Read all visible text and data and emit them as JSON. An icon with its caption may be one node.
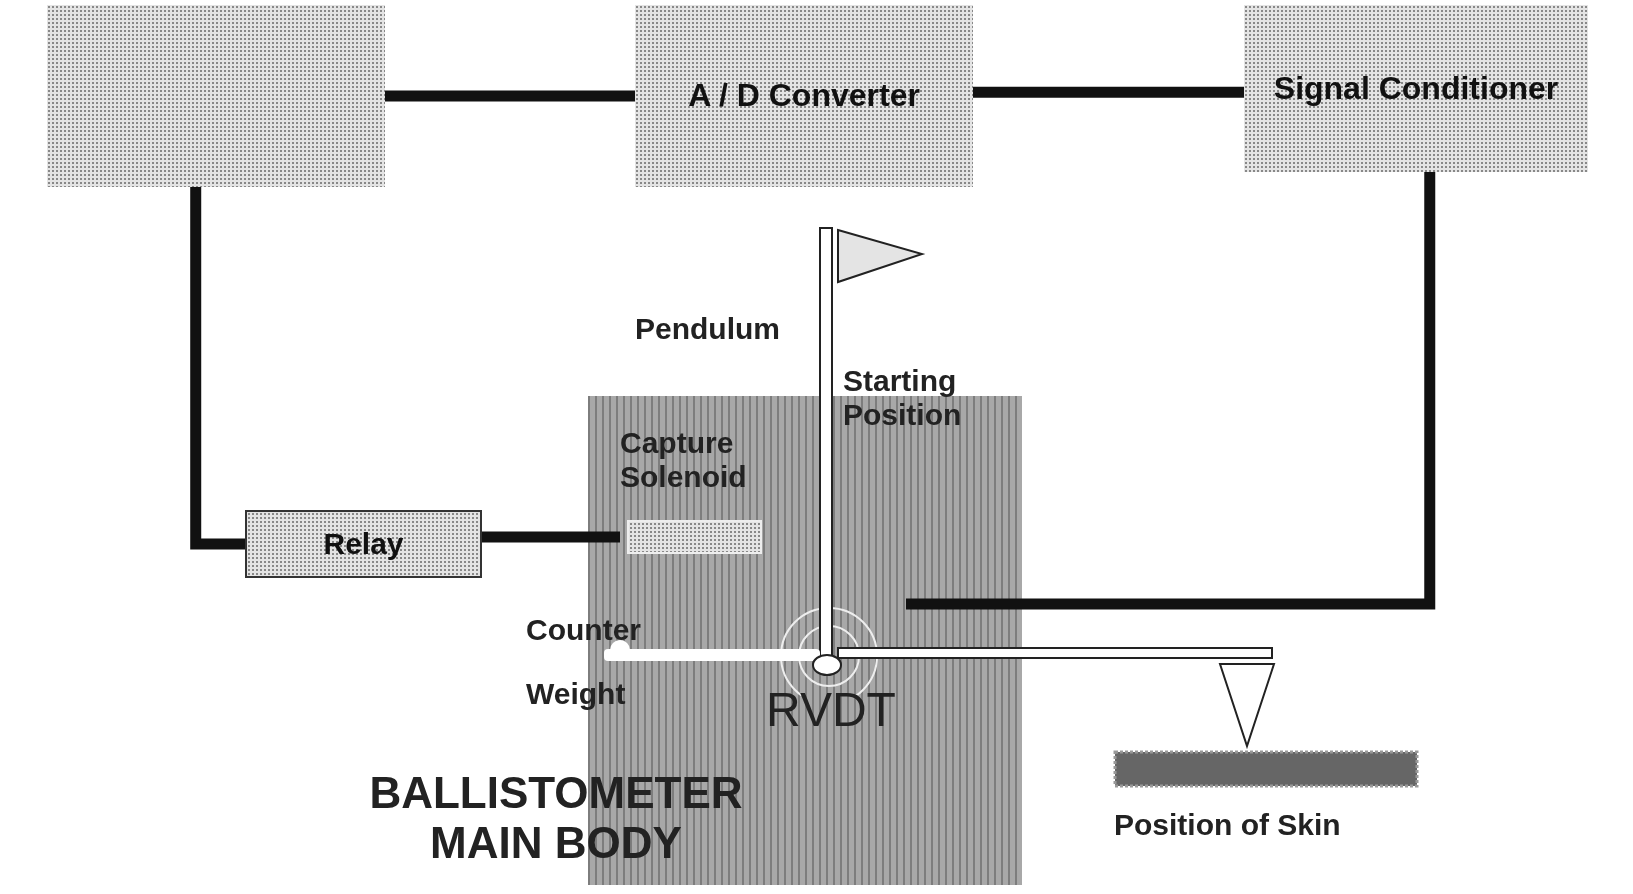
{
  "diagram": {
    "nodes": [
      {
        "text": [],
        "shape": "box"
      },
      {
        "text": [
          "A / D Converter"
        ]
      },
      {
        "text": [
          "Signal Conditioner"
        ]
      },
      {
        "text": [
          "Relay"
        ]
      },
      {
        "text": [
          "BALLISTOMETER MAIN BODY"
        ]
      },
      {
        "text": [
          "Capture Solenoid"
        ],
        "in": 4
      },
      {
        "text": [
          "RVDT"
        ],
        "in": 4
      }
    ],
    "edges": [
      {
        "from": 0,
        "to": 1,
        "arrow": "none"
      },
      {
        "from": 1,
        "to": 2,
        "arrow": "none"
      },
      {
        "from": 0,
        "to": 3,
        "arrow": "none"
      },
      {
        "from": 3,
        "to": 5,
        "arrow": "none"
      },
      {
        "from": 2,
        "to": 6,
        "arrow": "none"
      }
    ],
    "labels": [
      "Pendulum",
      "Starting Position",
      "Counter Weight",
      "Position of Skin"
    ]
  }
}
